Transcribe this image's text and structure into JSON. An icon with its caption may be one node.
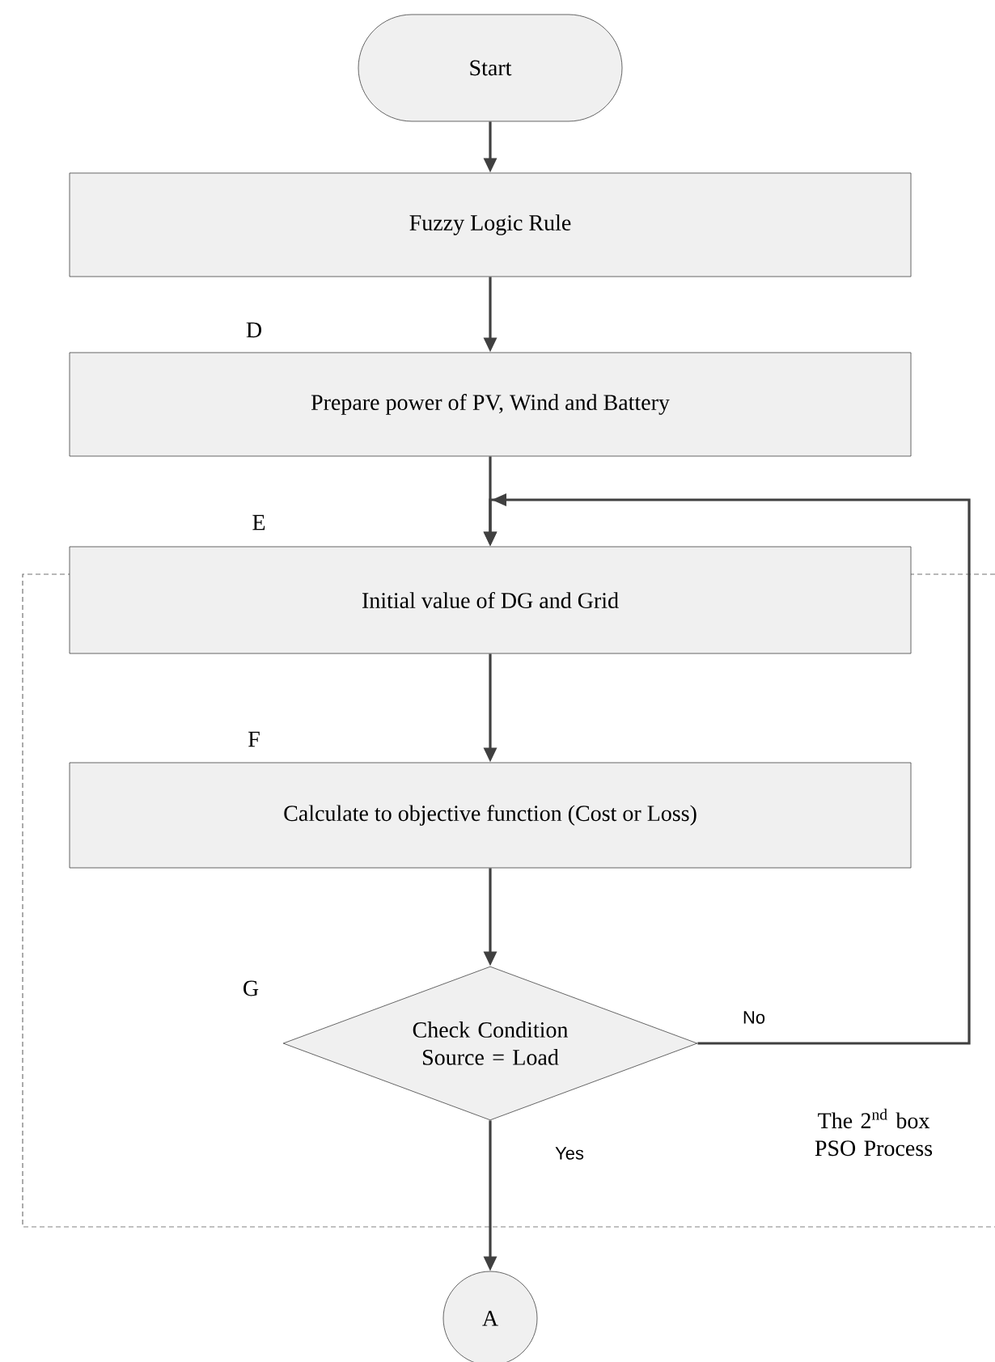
{
  "diagram": {
    "nodes": [
      {
        "text": [
          "Start"
        ]
      },
      {
        "text": [
          "Fuzzy Logic Rule"
        ]
      },
      {
        "text": [
          "Prepare power of PV, Wind and Battery"
        ],
        "beside": [
          "D"
        ]
      },
      {
        "text": [
          "The 2$^{nd}$ box PSO Process"
        ]
      },
      {
        "text": [
          "Initial value of  DG and Grid"
        ],
        "beside": [
          "E"
        ]
      },
      {
        "text": [
          "Calculate to objective function (Cost or Loss)"
        ],
        "beside": [
          "F"
        ],
        "in": 3
      },
      {
        "text": [
          "Check Condition Source = Load"
        ],
        "beside": [
          "G"
        ],
        "in": 3
      },
      {
        "text": [
          "A"
        ]
      }
    ],
    "edges": [
      {
        "from": 0,
        "to": 1,
        "arrow": "to"
      },
      {
        "from": 1,
        "to": 2,
        "arrow": "to"
      },
      {
        "from": 2,
        "to": 4,
        "arrow": "to"
      },
      {
        "from": 4,
        "to": 5,
        "arrow": "to"
      },
      {
        "from": 5,
        "to": 6,
        "arrow": "to"
      },
      {
        "from": 6,
        "to": 4,
        "arrow": "to",
        "label": "No"
      },
      {
        "from": 6,
        "to": 7,
        "arrow": "to",
        "label": "Yes"
      }
    ]
  }
}
